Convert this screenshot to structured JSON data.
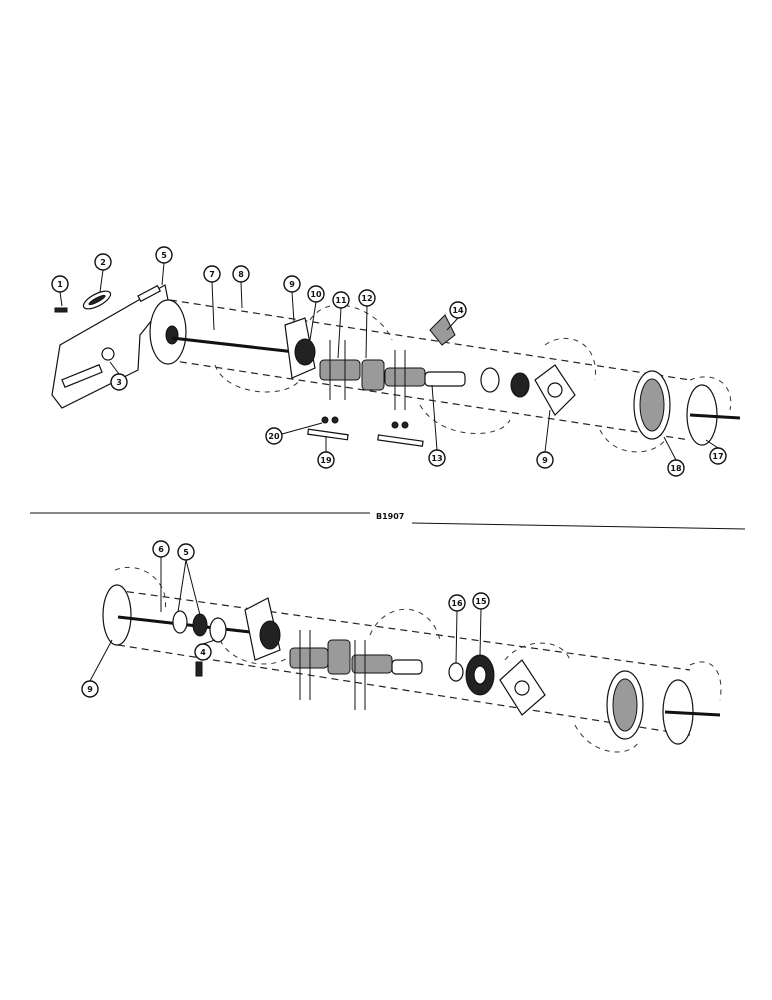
{
  "drawing_code": "B1907",
  "top_view_callouts": [
    "1",
    "2",
    "3",
    "5",
    "7",
    "8",
    "9",
    "10",
    "11",
    "12",
    "14",
    "20",
    "19",
    "13",
    "9",
    "18",
    "17"
  ],
  "bottom_view_callouts": [
    "6",
    "5",
    "4",
    "9",
    "16",
    "15"
  ]
}
